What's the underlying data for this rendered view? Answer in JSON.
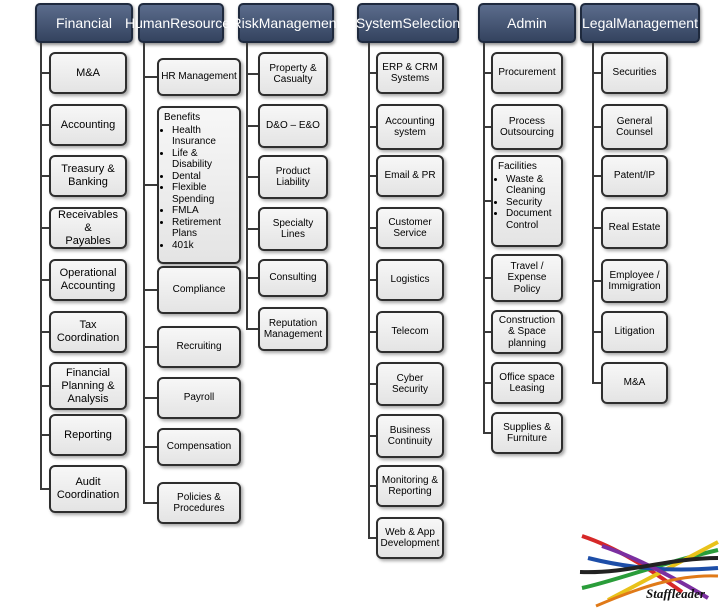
{
  "columns": {
    "financial": {
      "title": [
        "Financial"
      ],
      "items": [
        [
          "M&A"
        ],
        [
          "Accounting"
        ],
        [
          "Treasury &",
          "Banking"
        ],
        [
          "Receivables &",
          "Payables"
        ],
        [
          "Operational",
          "Accounting"
        ],
        [
          "Tax",
          "Coordination"
        ],
        [
          "Financial",
          "Planning &",
          "Analysis"
        ],
        [
          "Reporting"
        ],
        [
          "Audit",
          "Coordination"
        ]
      ]
    },
    "hr": {
      "title": [
        "Human",
        "Resources"
      ],
      "items": [
        [
          "HR Management"
        ],
        [
          "Compliance"
        ],
        [
          "Recruiting"
        ],
        [
          "Payroll"
        ],
        [
          "Compensation"
        ],
        [
          "Policies &",
          "Procedures"
        ]
      ],
      "benefits": {
        "heading": "Benefits",
        "bullets": [
          [
            "Health",
            "Insurance"
          ],
          [
            "Life & Disability"
          ],
          [
            "Dental"
          ],
          [
            "Flexible",
            "Spending"
          ],
          [
            "FMLA"
          ],
          [
            "Retirement",
            "Plans"
          ],
          [
            "401k"
          ]
        ]
      }
    },
    "risk": {
      "title": [
        "Risk",
        "Management"
      ],
      "items": [
        [
          "Property &",
          "Casualty"
        ],
        [
          "D&O – E&O"
        ],
        [
          "Product",
          "Liability"
        ],
        [
          "Specialty",
          "Lines"
        ],
        [
          "Consulting"
        ],
        [
          "Reputation",
          "Management"
        ]
      ]
    },
    "system": {
      "title": [
        "System",
        "Selection"
      ],
      "items": [
        [
          "ERP & CRM",
          "Systems"
        ],
        [
          "Accounting",
          "system"
        ],
        [
          "Email & PR"
        ],
        [
          "Customer",
          "Service"
        ],
        [
          "Logistics"
        ],
        [
          "Telecom"
        ],
        [
          "Cyber",
          "Security"
        ],
        [
          "Business",
          "Continuity"
        ],
        [
          "Monitoring &",
          "Reporting"
        ],
        [
          "Web & App",
          "Development"
        ]
      ]
    },
    "admin": {
      "title": [
        "Admin"
      ],
      "items": [
        [
          "Procurement"
        ],
        [
          "Process",
          "Outsourcing"
        ],
        [
          "Travel /",
          "Expense",
          "Policy"
        ],
        [
          "Construction",
          "& Space",
          "planning"
        ],
        [
          "Office space",
          "Leasing"
        ],
        [
          "Supplies &",
          "Furniture"
        ]
      ],
      "facilities": {
        "heading": "Facilities",
        "bullets": [
          [
            "Waste &",
            "Cleaning"
          ],
          [
            "Security"
          ],
          [
            "Document",
            "Control"
          ]
        ]
      }
    },
    "legal": {
      "title": [
        "Legal",
        "Management"
      ],
      "items": [
        [
          "Securities"
        ],
        [
          "General",
          "Counsel"
        ],
        [
          "Patent/IP"
        ],
        [
          "Real Estate"
        ],
        [
          "Employee /",
          "Immigration"
        ],
        [
          "Litigation"
        ],
        [
          "M&A"
        ]
      ]
    }
  },
  "logo": {
    "text": "Staffleader",
    "name": "staffleader-logo"
  }
}
